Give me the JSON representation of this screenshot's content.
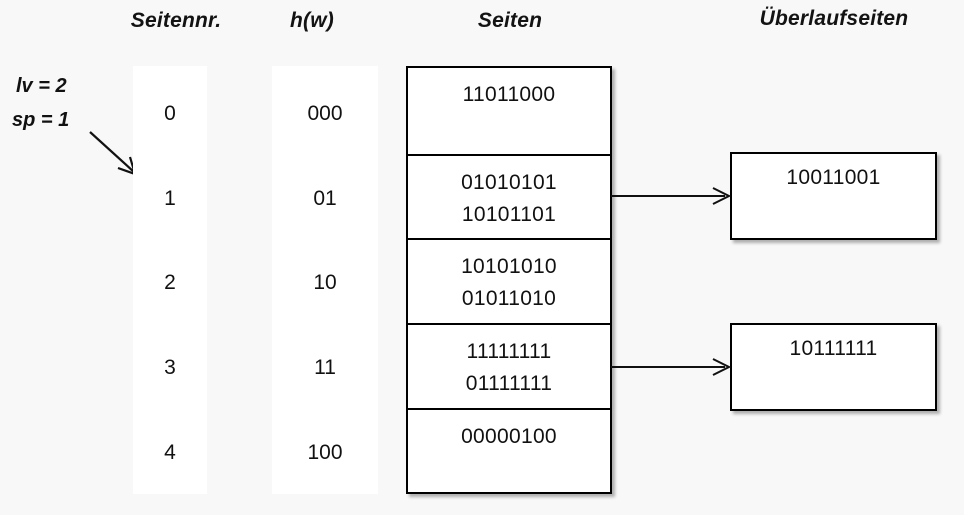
{
  "headers": {
    "seitennr": "Seitennr.",
    "hw": "h(w)",
    "seiten": "Seiten",
    "ueberlaufseiten": "Überlaufseiten"
  },
  "annotations": {
    "lv": "lv = 2",
    "sp": "sp = 1",
    "pointer_icon": "diagonal-arrow-down-right"
  },
  "colors": {
    "background": "#f8f8f8",
    "box_fill": "#ffffff",
    "stroke": "#000000",
    "text": "#111111"
  },
  "rows": [
    {
      "seitennr": "0",
      "hw": "000",
      "entries": [
        "11011000"
      ],
      "overflow": null
    },
    {
      "seitennr": "1",
      "hw": "01",
      "entries": [
        "01010101",
        "10101101"
      ],
      "overflow": "10011001"
    },
    {
      "seitennr": "2",
      "hw": "10",
      "entries": [
        "10101010",
        "01011010"
      ],
      "overflow": null
    },
    {
      "seitennr": "3",
      "hw": "11",
      "entries": [
        "11111111",
        "01111111"
      ],
      "overflow": "10111111"
    },
    {
      "seitennr": "4",
      "hw": "100",
      "entries": [
        "00000100"
      ],
      "overflow": null
    }
  ],
  "overflow_pages": [
    {
      "value": "10011001",
      "from_row": 1
    },
    {
      "value": "10111111",
      "from_row": 3
    }
  ],
  "arrows": {
    "count": 2,
    "direction": "right",
    "icon": "arrow-right-icon"
  }
}
